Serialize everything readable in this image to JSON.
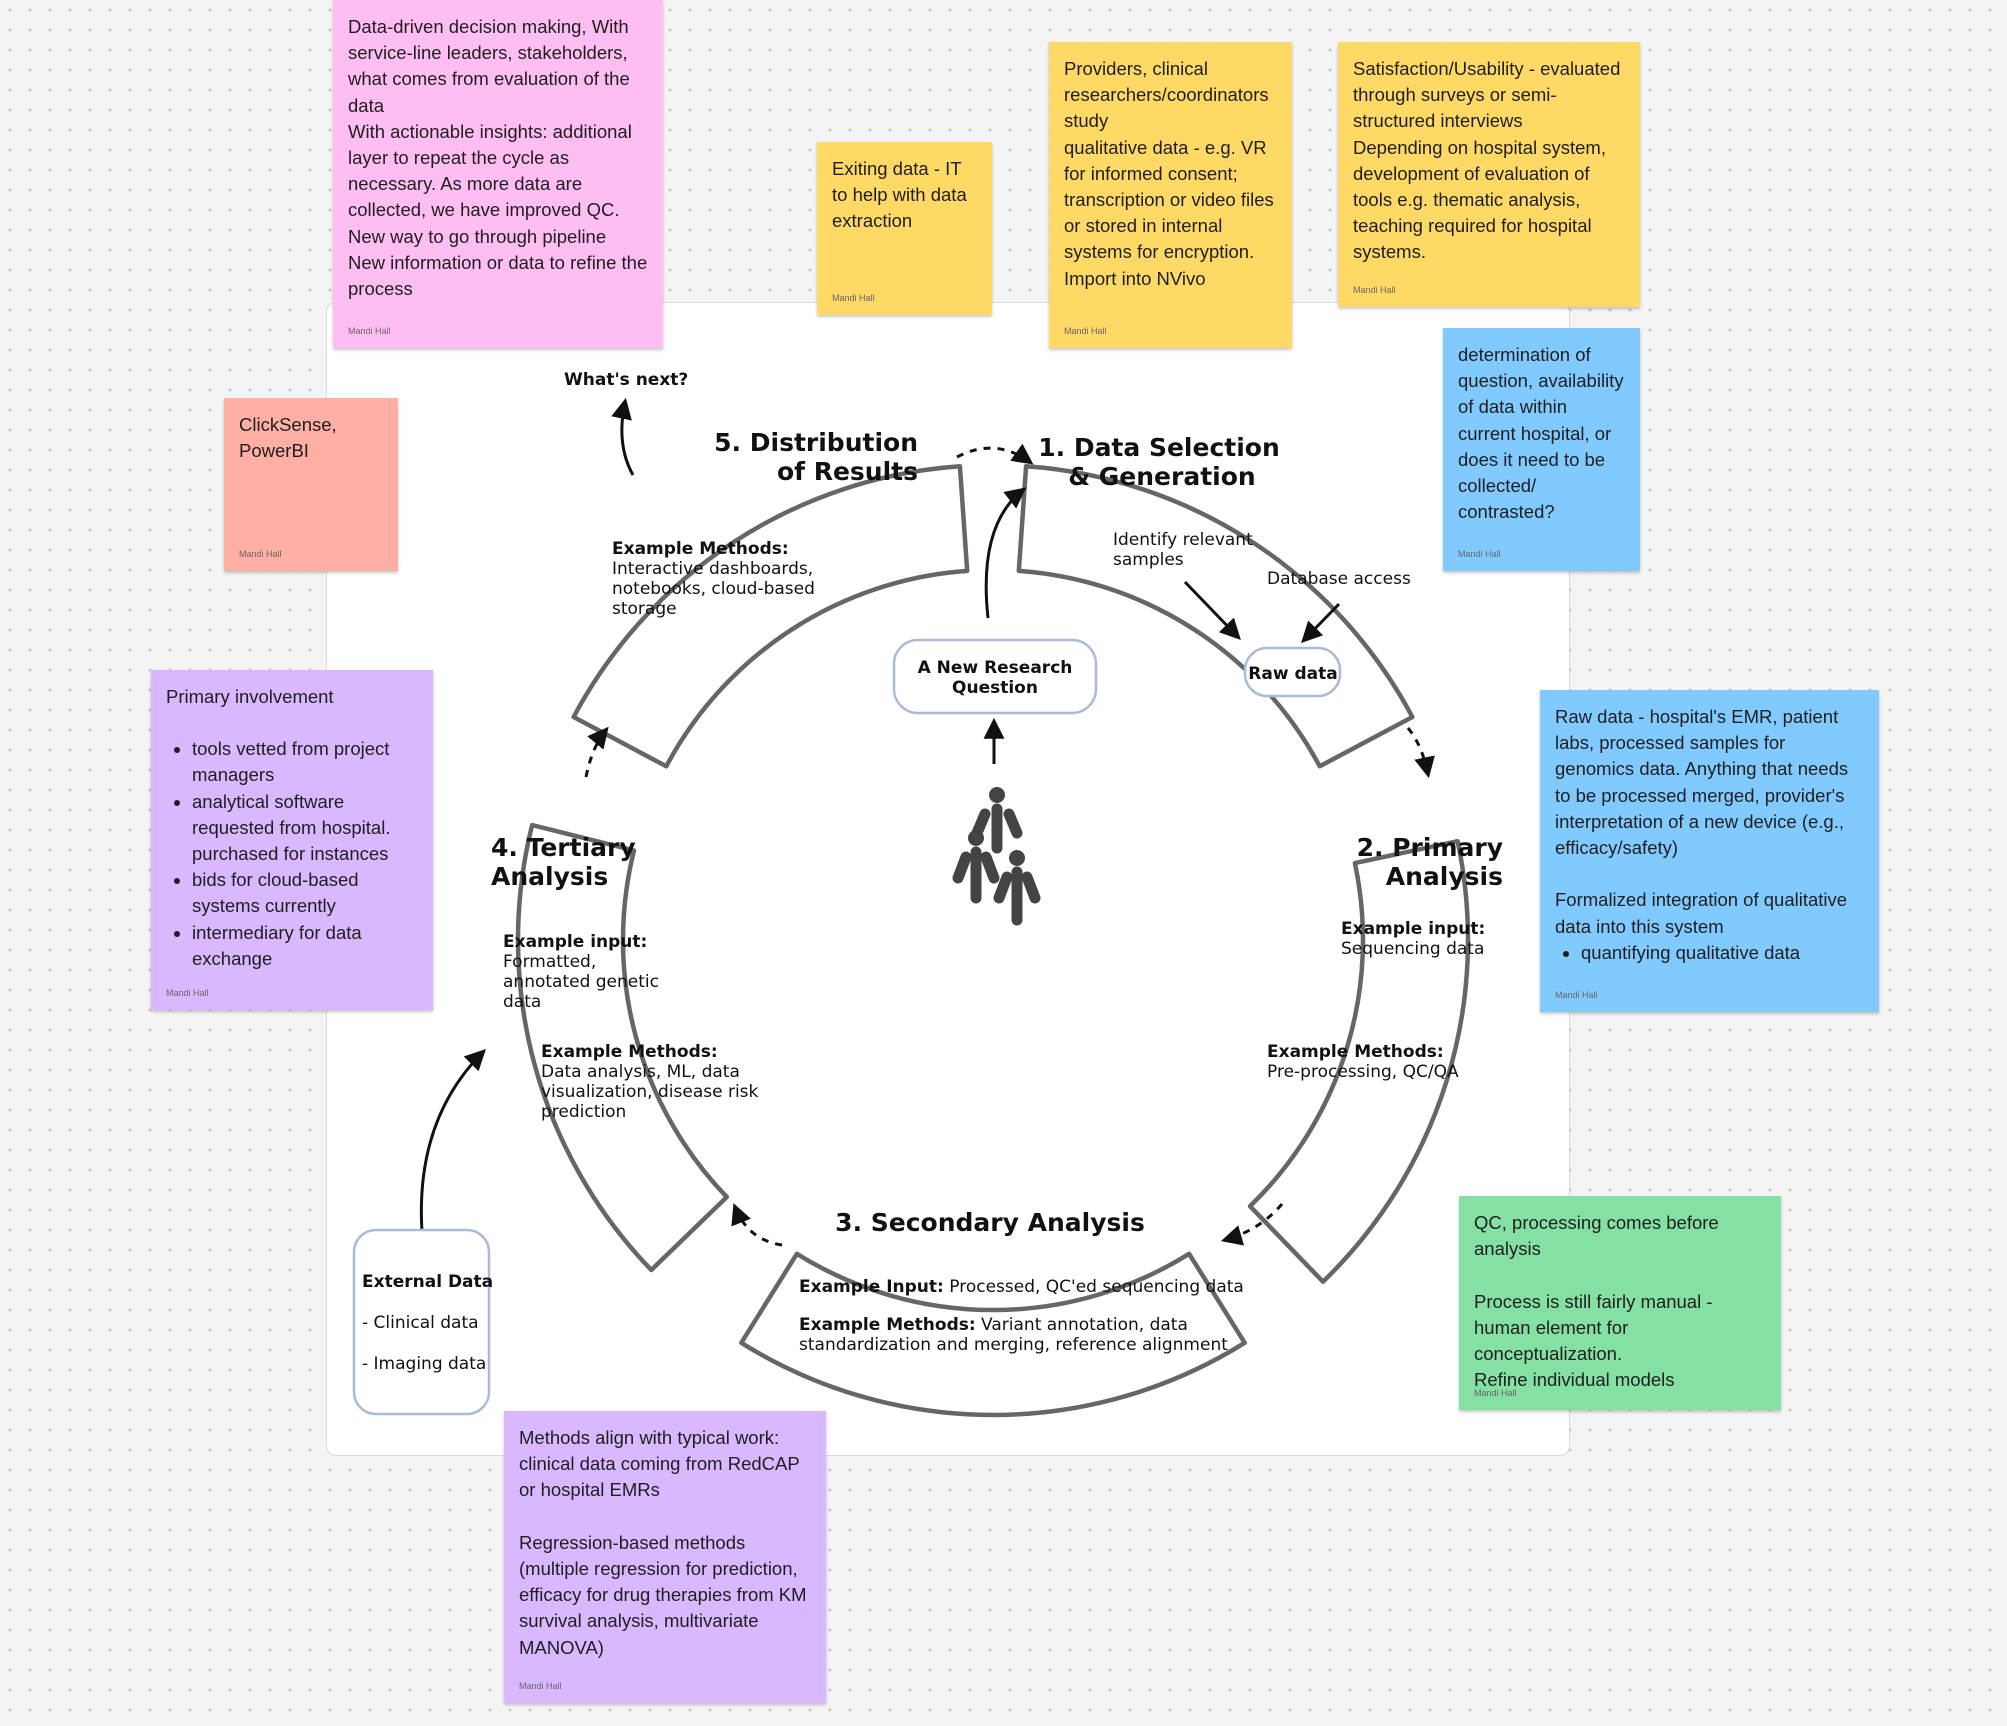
{
  "diagram": {
    "segments": [
      {
        "id": "s1",
        "title": [
          "1. Data Selection",
          "& Generation"
        ],
        "identify": [
          "Identify relevant",
          "samples"
        ],
        "db": "Database access",
        "raw": "Raw data"
      },
      {
        "id": "s2",
        "title": [
          "2. Primary",
          "Analysis"
        ],
        "input_label": "Example input:",
        "input": "Sequencing data",
        "methods_label": "Example Methods:",
        "methods": "Pre-processing, QC/QA"
      },
      {
        "id": "s3",
        "title": "3. Secondary Analysis",
        "input_label": "Example Input:",
        "input": " Processed, QC'ed sequencing data",
        "methods_label": "Example Methods:",
        "methods": [
          " Variant annotation, data",
          "standardization and merging, reference alignment"
        ]
      },
      {
        "id": "s4",
        "title": [
          "4. Tertiary",
          "Analysis"
        ],
        "input_label": "Example input:",
        "input": [
          "Formatted,",
          "annotated genetic",
          "data"
        ],
        "methods_label": "Example Methods:",
        "methods": [
          "Data analysis, ML,  data",
          "visualization, disease risk",
          "prediction"
        ]
      },
      {
        "id": "s5",
        "title": [
          "5. Distribution",
          "of Results"
        ],
        "methods_label": "Example Methods:",
        "methods": [
          "Interactive dashboards,",
          "notebooks, cloud-based",
          "storage"
        ]
      }
    ],
    "center": {
      "label": [
        "A New Research",
        "Question"
      ]
    },
    "whats_next": "What's next?",
    "external": {
      "title": "External Data",
      "items": [
        "- Clinical data",
        "- Imaging data"
      ]
    }
  },
  "stickies": {
    "pink_1": {
      "text": "Data-driven decision making, With service-line leaders, stakeholders, what comes from evaluation of the data\nWith actionable insights: additional layer to repeat the cycle as necessary. As more data are collected, we have improved QC.\nNew way to go through pipeline\nNew information or data to refine the process",
      "author": "Mandi Hall"
    },
    "yellow_exiting": {
      "text": "Exiting data - IT to help with data extraction",
      "author": "Mandi Hall"
    },
    "yellow_providers": {
      "text": "Providers, clinical researchers/coordinators study\nqualitative data - e.g. VR for informed consent; transcription or video files or stored in internal systems for encryption. Import into NVivo",
      "author": "Mandi Hall"
    },
    "yellow_satisfaction": {
      "text": "Satisfaction/Usability - evaluated through surveys or semi-structured interviews\nDepending on hospital system, development of evaluation of tools e.g. thematic analysis, teaching required for hospital systems.",
      "author": "Mandi Hall"
    },
    "blue_determination": {
      "text": "determination of question, availability of data within current hospital, or does it need to be collected/ contrasted?",
      "author": "Mandi Hall"
    },
    "salmon_clicksense": {
      "text": "ClickSense, PowerBI",
      "author": "Mandi Hall"
    },
    "purple_involvement": {
      "text": "Primary involvement",
      "bullets": [
        "tools vetted from project managers",
        "analytical software requested from hospital. purchased for instances",
        "bids for cloud-based systems currently",
        "intermediary for data exchange"
      ],
      "author": "Mandi Hall"
    },
    "blue_rawdata": {
      "text": "Raw data - hospital's EMR, patient labs, processed samples for genomics data. Anything that needs to be processed merged, provider's interpretation of a new device (e.g., efficacy/safety)\n\nFormalized integration of qualitative data into this system",
      "bullets": [
        "quantifying qualitative data"
      ],
      "author": "Mandi Hall"
    },
    "green_qc": {
      "text": "QC, processing comes before analysis\n\nProcess is still fairly manual - human element for conceptualization.\nRefine individual models",
      "author": "Mandi Hall"
    },
    "purple_methods": {
      "text": "Methods align with typical work: clinical data coming from RedCAP or hospital EMRs\n\nRegression-based methods (multiple regression for prediction, efficacy for drug therapies from KM survival analysis, multivariate MANOVA)",
      "author": "Mandi Hall"
    }
  }
}
